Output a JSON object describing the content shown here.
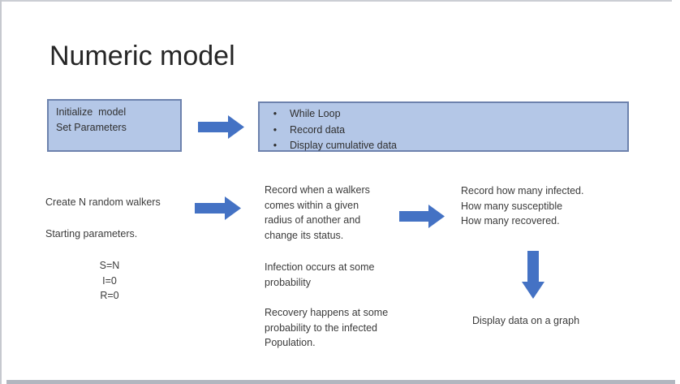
{
  "slide": {
    "title": "Numeric model",
    "init_box": {
      "text": "Initialize  model\nSet Parameters"
    },
    "loop_box": {
      "bullet_char": "•",
      "bullets": [
        "While Loop",
        "Record data",
        "Display cumulative data"
      ]
    },
    "left_column": {
      "create_walkers": "Create N random walkers",
      "starting_parameters": "Starting parameters.",
      "params": "S=N\nI=0\nR=0"
    },
    "middle_column": {
      "para1": "Record when a walkers\ncomes within a given\nradius of another and\nchange its status.",
      "para2": "Infection occurs at some\nprobability",
      "para3": "Recovery happens at some\nprobability to the infected\nPopulation."
    },
    "right_column": {
      "para1": "Record how many infected.\nHow many susceptible\nHow many recovered.",
      "display_label": "Display data on a graph"
    }
  },
  "colors": {
    "arrow_fill": "#4472c4",
    "box_fill": "#b4c7e7",
    "box_border": "#6d82ad",
    "title_text": "#262626",
    "body_text": "#3b3b3b",
    "page_border": "#c6c9cf",
    "bottom_bar": "#b2b6bf"
  },
  "icons": {
    "arrow_right": "block-arrow-right-icon",
    "arrow_down": "block-arrow-down-icon"
  }
}
